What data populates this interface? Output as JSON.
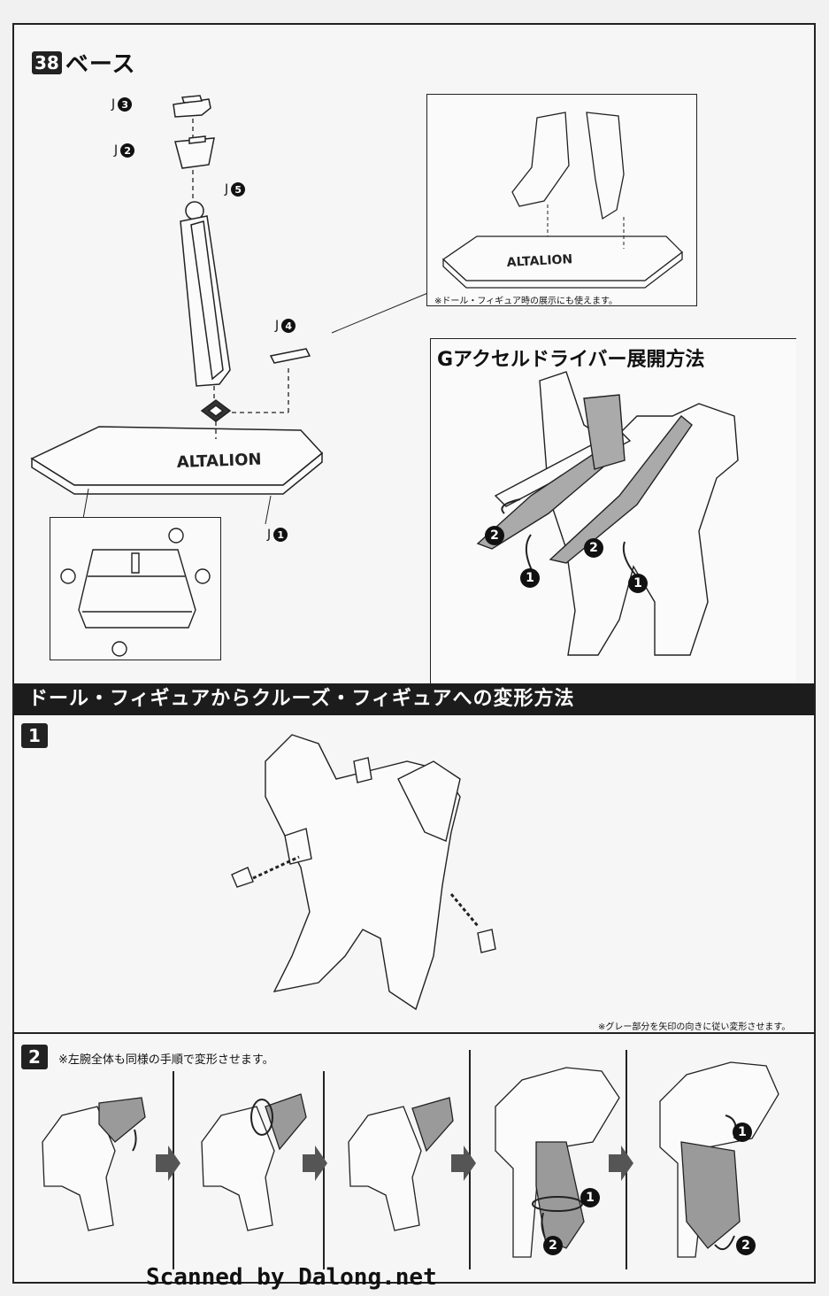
{
  "step38": {
    "number": "38",
    "title": "ベース"
  },
  "parts": {
    "j3": {
      "prefix": "J",
      "num": "3"
    },
    "j2": {
      "prefix": "J",
      "num": "2"
    },
    "j5": {
      "prefix": "J",
      "num": "5"
    },
    "j4": {
      "prefix": "J",
      "num": "4"
    },
    "j1": {
      "prefix": "J",
      "num": "1"
    }
  },
  "base_logo": "ALTALION",
  "doll_display_note": "※ドール・フィギュア時の展示にも使えます。",
  "g_accel": {
    "title": "Gアクセルドライバー展開方法",
    "markers": [
      "2",
      "2",
      "1",
      "1"
    ]
  },
  "transform_section": {
    "title": "ドール・フィギュアからクルーズ・フィギュアへの変形方法"
  },
  "step1": {
    "number": "1",
    "note": "※グレー部分を矢印の向きに従い変形させます。"
  },
  "step2": {
    "number": "2",
    "note": "※左腕全体も同様の手順で変形させます。",
    "markers": [
      "1",
      "2",
      "1",
      "2"
    ]
  },
  "watermark": "Scanned by Dalong.net",
  "colors": {
    "ink": "#111111",
    "bar": "#1c1c1c",
    "grey_part": "#9a9a9a",
    "paper": "#f6f6f6"
  }
}
